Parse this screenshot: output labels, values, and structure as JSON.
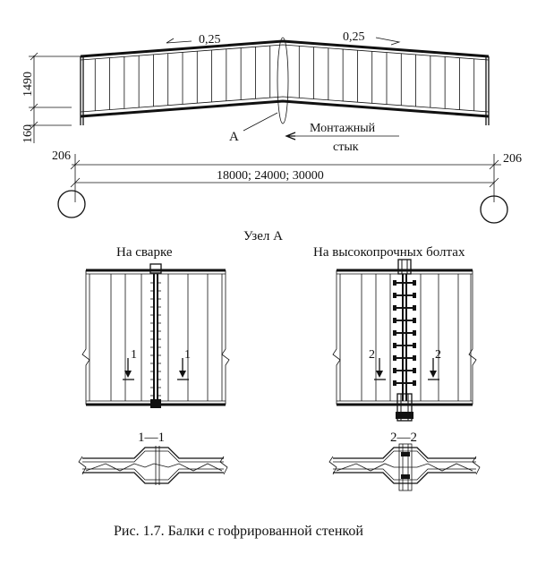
{
  "elevation": {
    "slope_left": "0,25",
    "slope_right": "0,25",
    "dim_height": "1490",
    "dim_support": "160",
    "dim_left_offset": "206",
    "dim_right_offset": "206",
    "span": "18000; 24000; 30000",
    "node_label": "А",
    "joint_label_line1": "Монтажный",
    "joint_label_line2": "стык"
  },
  "node_title": "Узел А",
  "welded": {
    "title": "На сварке",
    "mark_left": "1",
    "mark_right": "1",
    "section_label": "1—1"
  },
  "bolted": {
    "title": "На высокопрочных болтах",
    "mark_left": "2",
    "mark_right": "2",
    "section_label": "2—2"
  },
  "caption": "Рис. 1.7. Балки с гофрированной стенкой"
}
